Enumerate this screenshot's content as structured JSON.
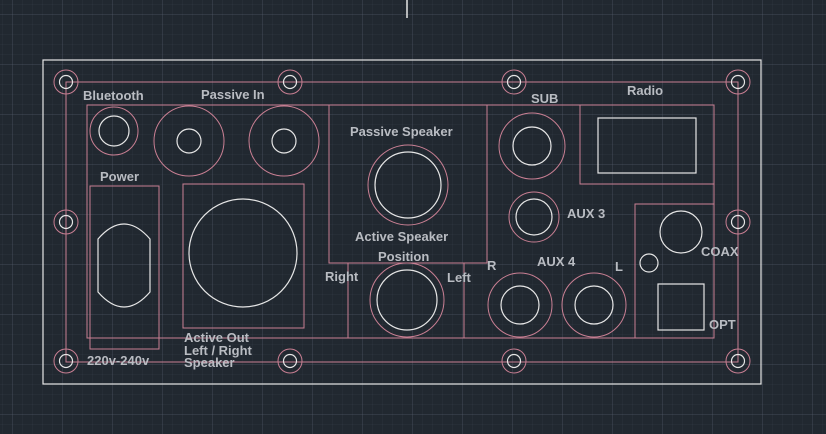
{
  "labels": {
    "bluetooth": "Bluetooth",
    "passive_in": "Passive In",
    "passive_speaker": "Passive Speaker",
    "active_speaker": "Active Speaker",
    "position": "Position",
    "sub": "SUB",
    "radio": "Radio",
    "aux3": "AUX 3",
    "aux4": "AUX 4",
    "r": "R",
    "l": "L",
    "coax": "COAX",
    "opt": "OPT",
    "power": "Power",
    "right": "Right",
    "left": "Left",
    "active_out_1": "Active Out",
    "active_out_2": "Left / Right",
    "active_out_3": "Speaker",
    "voltage": "220v-240v"
  },
  "colors": {
    "background": "#212830",
    "outline": "#e6e6e6",
    "component": "#c97f93",
    "label": "#b9bcc2"
  }
}
